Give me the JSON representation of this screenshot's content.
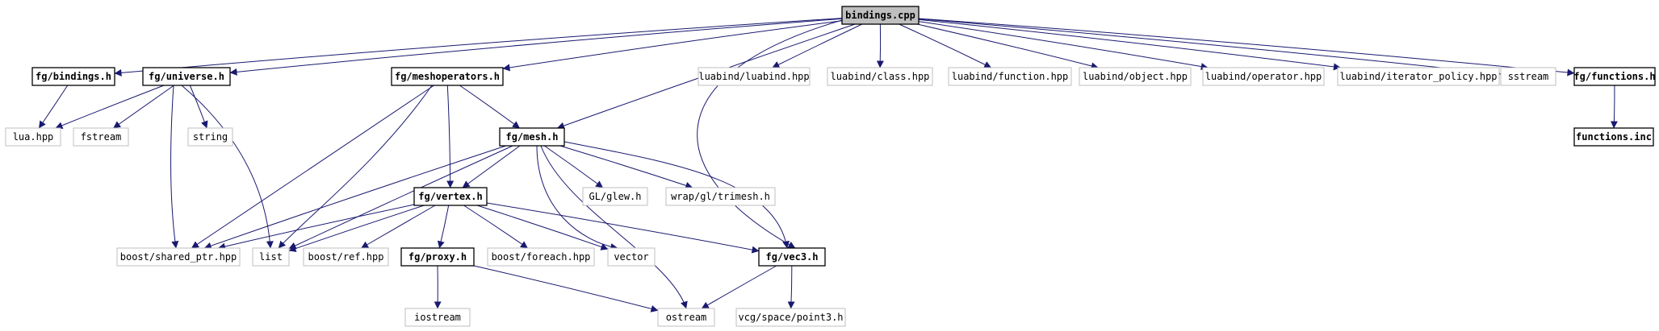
{
  "colors": {
    "edge": "#191970",
    "root_fill": "#bfbfbf",
    "ext_border": "#bfbfbf",
    "doc_border": "#000000"
  },
  "nodes": [
    {
      "id": "bindings_cpp",
      "label": "bindings.cpp",
      "kind": "root"
    },
    {
      "id": "fg_bindings_h",
      "label": "fg/bindings.h",
      "kind": "doc"
    },
    {
      "id": "fg_universe_h",
      "label": "fg/universe.h",
      "kind": "doc"
    },
    {
      "id": "fg_meshoperators_h",
      "label": "fg/meshoperators.h",
      "kind": "doc"
    },
    {
      "id": "luabind_luabind",
      "label": "luabind/luabind.hpp",
      "kind": "ext"
    },
    {
      "id": "luabind_class",
      "label": "luabind/class.hpp",
      "kind": "ext"
    },
    {
      "id": "luabind_function",
      "label": "luabind/function.hpp",
      "kind": "ext"
    },
    {
      "id": "luabind_object",
      "label": "luabind/object.hpp",
      "kind": "ext"
    },
    {
      "id": "luabind_operator",
      "label": "luabind/operator.hpp",
      "kind": "ext"
    },
    {
      "id": "luabind_iterator",
      "label": "luabind/iterator_policy.hpp",
      "kind": "ext"
    },
    {
      "id": "sstream",
      "label": "sstream",
      "kind": "ext"
    },
    {
      "id": "fg_functions_h",
      "label": "fg/functions.h",
      "kind": "doc"
    },
    {
      "id": "lua_hpp",
      "label": "lua.hpp",
      "kind": "ext"
    },
    {
      "id": "fstream",
      "label": "fstream",
      "kind": "ext"
    },
    {
      "id": "string",
      "label": "string",
      "kind": "ext"
    },
    {
      "id": "fg_mesh_h",
      "label": "fg/mesh.h",
      "kind": "doc"
    },
    {
      "id": "functions_inc",
      "label": "functions.inc",
      "kind": "doc"
    },
    {
      "id": "gl_glew",
      "label": "GL/glew.h",
      "kind": "ext"
    },
    {
      "id": "wrap_trimesh",
      "label": "wrap/gl/trimesh.h",
      "kind": "ext"
    },
    {
      "id": "fg_vertex_h",
      "label": "fg/vertex.h",
      "kind": "doc"
    },
    {
      "id": "boost_shared_ptr",
      "label": "boost/shared_ptr.hpp",
      "kind": "ext"
    },
    {
      "id": "list",
      "label": "list",
      "kind": "ext"
    },
    {
      "id": "boost_ref",
      "label": "boost/ref.hpp",
      "kind": "ext"
    },
    {
      "id": "fg_proxy_h",
      "label": "fg/proxy.h",
      "kind": "doc"
    },
    {
      "id": "boost_foreach",
      "label": "boost/foreach.hpp",
      "kind": "ext"
    },
    {
      "id": "vector",
      "label": "vector",
      "kind": "ext"
    },
    {
      "id": "fg_vec3_h",
      "label": "fg/vec3.h",
      "kind": "doc"
    },
    {
      "id": "iostream",
      "label": "iostream",
      "kind": "ext"
    },
    {
      "id": "ostream",
      "label": "ostream",
      "kind": "ext"
    },
    {
      "id": "vcg_point3",
      "label": "vcg/space/point3.h",
      "kind": "ext"
    }
  ],
  "edges": [
    [
      "bindings_cpp",
      "fg_bindings_h"
    ],
    [
      "bindings_cpp",
      "fg_universe_h"
    ],
    [
      "bindings_cpp",
      "fg_meshoperators_h"
    ],
    [
      "bindings_cpp",
      "fg_mesh_h"
    ],
    [
      "bindings_cpp",
      "luabind_luabind"
    ],
    [
      "bindings_cpp",
      "luabind_class"
    ],
    [
      "bindings_cpp",
      "luabind_function"
    ],
    [
      "bindings_cpp",
      "luabind_object"
    ],
    [
      "bindings_cpp",
      "luabind_operator"
    ],
    [
      "bindings_cpp",
      "luabind_iterator"
    ],
    [
      "bindings_cpp",
      "sstream"
    ],
    [
      "bindings_cpp",
      "fg_functions_h"
    ],
    [
      "bindings_cpp",
      "fg_vec3_h"
    ],
    [
      "fg_bindings_h",
      "lua_hpp"
    ],
    [
      "fg_universe_h",
      "lua_hpp"
    ],
    [
      "fg_universe_h",
      "fstream"
    ],
    [
      "fg_universe_h",
      "string"
    ],
    [
      "fg_universe_h",
      "boost_shared_ptr"
    ],
    [
      "fg_universe_h",
      "list"
    ],
    [
      "fg_meshoperators_h",
      "fg_mesh_h"
    ],
    [
      "fg_meshoperators_h",
      "fg_vertex_h"
    ],
    [
      "fg_meshoperators_h",
      "boost_shared_ptr"
    ],
    [
      "fg_meshoperators_h",
      "list"
    ],
    [
      "fg_functions_h",
      "functions_inc"
    ],
    [
      "fg_mesh_h",
      "gl_glew"
    ],
    [
      "fg_mesh_h",
      "wrap_trimesh"
    ],
    [
      "fg_mesh_h",
      "fg_vertex_h"
    ],
    [
      "fg_mesh_h",
      "boost_shared_ptr"
    ],
    [
      "fg_mesh_h",
      "list"
    ],
    [
      "fg_mesh_h",
      "vector"
    ],
    [
      "fg_mesh_h",
      "fg_vec3_h"
    ],
    [
      "fg_mesh_h",
      "ostream"
    ],
    [
      "fg_vertex_h",
      "boost_shared_ptr"
    ],
    [
      "fg_vertex_h",
      "list"
    ],
    [
      "fg_vertex_h",
      "boost_ref"
    ],
    [
      "fg_vertex_h",
      "fg_proxy_h"
    ],
    [
      "fg_vertex_h",
      "boost_foreach"
    ],
    [
      "fg_vertex_h",
      "vector"
    ],
    [
      "fg_vertex_h",
      "fg_vec3_h"
    ],
    [
      "fg_proxy_h",
      "iostream"
    ],
    [
      "fg_proxy_h",
      "ostream"
    ],
    [
      "fg_vec3_h",
      "ostream"
    ],
    [
      "fg_vec3_h",
      "vcg_point3"
    ]
  ]
}
